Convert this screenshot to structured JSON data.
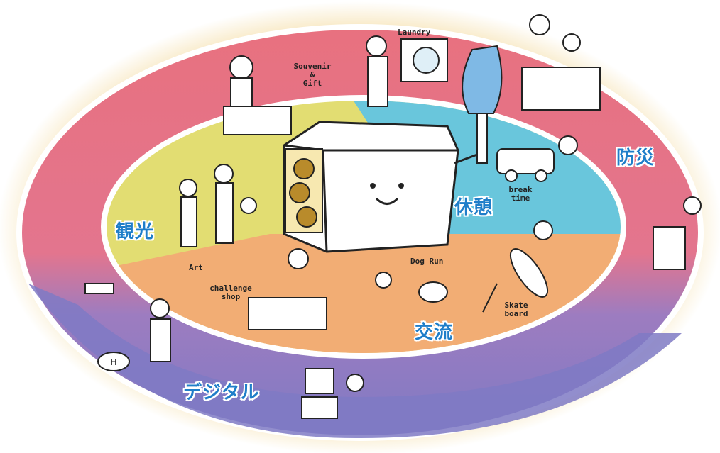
{
  "zones": {
    "kanko": "観光",
    "kyukei": "休憩",
    "bosai": "防災",
    "koryu": "交流",
    "digital": "デジタル"
  },
  "captions": {
    "laundry": "Laundry",
    "souvenir_line1": "Souvenir",
    "souvenir_line2": "&",
    "souvenir_line3": "Gift",
    "break_line1": "break",
    "break_line2": "time",
    "art": "Art",
    "challenge_line1": "challenge",
    "challenge_line2": "shop",
    "dog_run": "Dog Run",
    "skate_line1": "Skate",
    "skate_line2": "board"
  },
  "colors": {
    "glow": "#f3d99a",
    "outer_ring_pink": "#e8717f",
    "outer_ring_purple": "#7f7ac4",
    "inner_yellow": "#e2dd72",
    "inner_blue": "#69c6dc",
    "inner_orange": "#f2ad74",
    "inner_center": "#fbf3e0",
    "label_blue": "#1f7ec9"
  },
  "icons": [
    "drone-icon",
    "helipad-icon",
    "robot-icon",
    "car-icon",
    "water-pump-icon",
    "brush-icon",
    "sunflower-icon",
    "skateboard-icon",
    "dog-icon",
    "laundry-machine-icon",
    "souvenir-stall-icon",
    "supplies-stockpile-icon"
  ]
}
